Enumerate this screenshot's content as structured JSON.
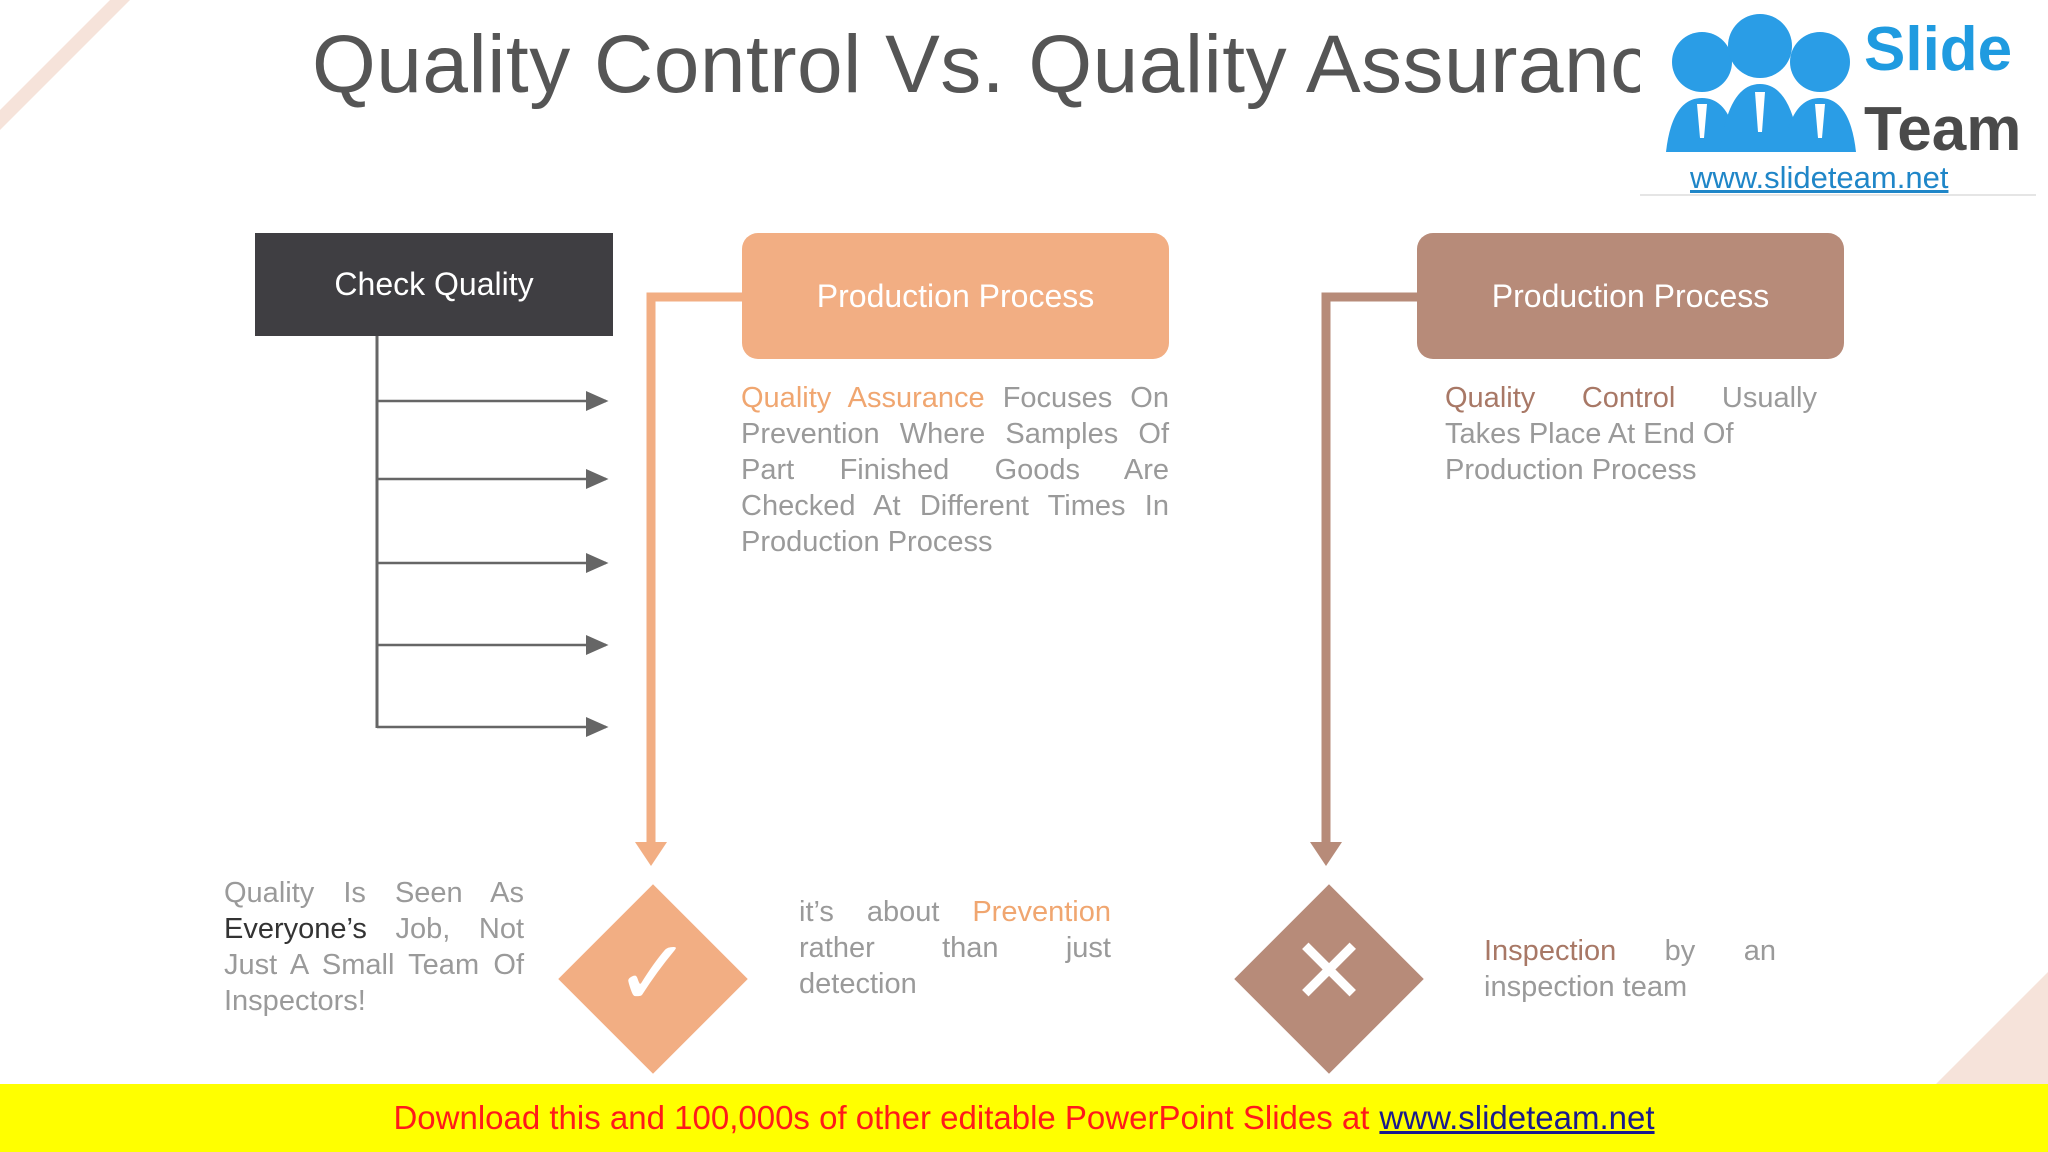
{
  "title": "Quality Control Vs. Quality Assurance",
  "logo": {
    "word1": "Slide",
    "word2": "Team",
    "url": "www.slideteam.net"
  },
  "check_box": {
    "label": "Check Quality"
  },
  "left_column": {
    "header": "Production Process",
    "desc_highlight": "Quality Assurance",
    "desc_line1_rest": " Focuses On",
    "desc_line2": "Prevention Where Samples Of",
    "desc_line3": "Part Finished Goods Are",
    "desc_line4": "Checked At Different Times In",
    "desc_line5": "Production Process",
    "icon": "check-icon",
    "icon_glyph": "✓",
    "bottom_pre": "it’s about ",
    "bottom_highlight": "Prevention",
    "bottom_post": " rather than just detection",
    "color": "#f2ae83"
  },
  "right_column": {
    "header": "Production Process",
    "desc_highlight": "Quality Control",
    "desc_rest": " Usually Takes Place At End Of",
    "desc_last": "Production Process",
    "icon": "cross-icon",
    "icon_glyph": "✕",
    "bottom_highlight": "Inspection",
    "bottom_post": " by an inspection team",
    "color": "#b78b79"
  },
  "side_text": {
    "line1": "Quality Is Seen As",
    "dark": "Everyone’s",
    "rest": "Job, Not Just A Small Team Of Inspectors!"
  },
  "banner": {
    "text": "Download this and 100,000s of other editable PowerPoint Slides at",
    "url": "www.slideteam.net"
  }
}
